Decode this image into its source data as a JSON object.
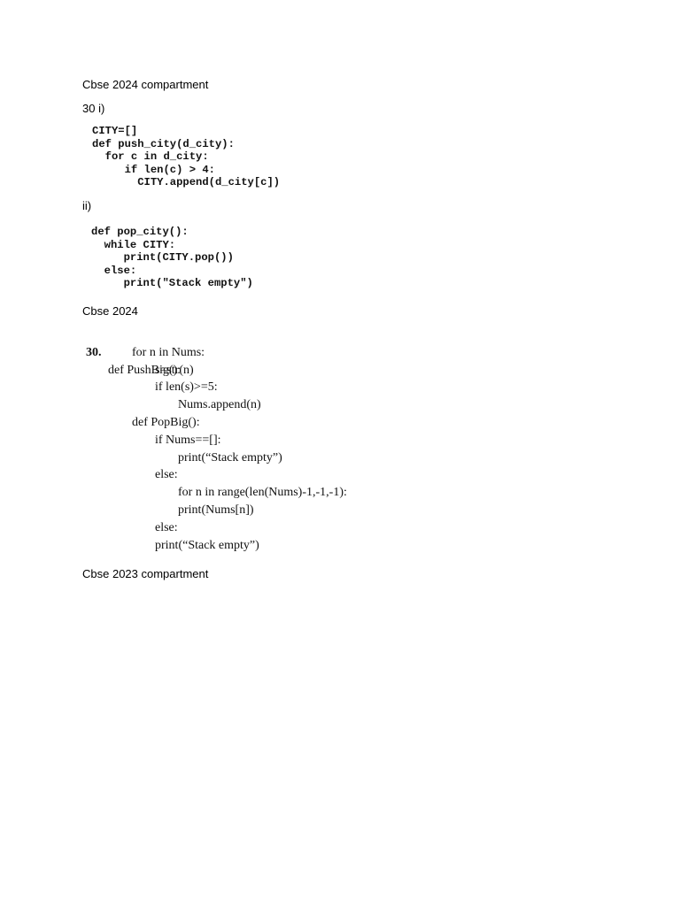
{
  "headings": {
    "h1": "Cbse 2024 compartment",
    "q30i": "30 i)",
    "qii": "ii)",
    "h2": "Cbse 2024",
    "h3": "Cbse 2023 compartment"
  },
  "code_push_city": [
    "CITY=[]",
    "def push_city(d_city):",
    "  for c in d_city:",
    "     if len(c) > 4:",
    "       CITY.append(d_city[c])"
  ],
  "code_pop_city": [
    "def pop_city():",
    "  while CITY:",
    "     print(CITY.pop())",
    "  else:",
    "     print(\"Stack empty\")"
  ],
  "answer_2024": {
    "number": "30.",
    "lines": [
      "def PushBig():",
      "for n in Nums:",
      "s=str(n)",
      "if len(s)>=5:",
      "Nums.append(n)",
      "def PopBig():",
      "if Nums==[]:",
      "print(“Stack empty”)",
      "else:",
      "for n in range(len(Nums)-1,-1,-1):",
      "print(Nums[n])",
      "else:",
      "print(“Stack empty”)"
    ]
  }
}
